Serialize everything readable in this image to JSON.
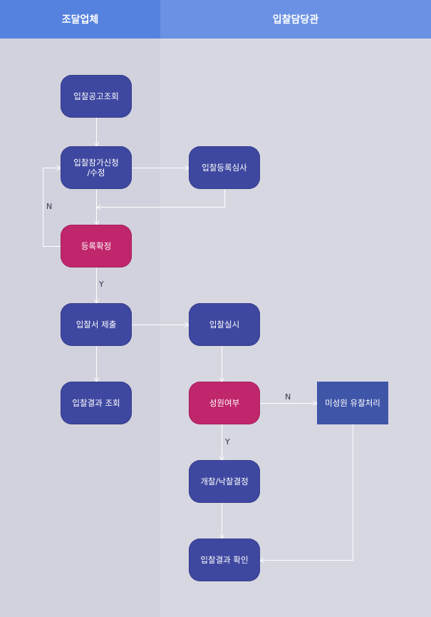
{
  "lanes": {
    "left": {
      "title": "조달업체"
    },
    "right": {
      "title": "입찰담당관"
    }
  },
  "nodes": {
    "bid_notice": "입찰공고조회",
    "bid_apply": "입찰참가신청\n/수정",
    "reg_review": "입찰등록심사",
    "reg_confirm": "등록확정",
    "bid_submit": "입찰서 제출",
    "result_view": "입찰결과 조회",
    "bid_exec": "입찰실시",
    "quorum": "성원여부",
    "no_quorum": "미성원 유찰처리",
    "open_award": "개찰/낙찰결정",
    "result_confirm": "입찰결과 확인"
  },
  "labels": {
    "no_1": "N",
    "yes_1": "Y",
    "no_2": "N",
    "yes_2": "Y"
  },
  "colors": {
    "navy": "#3f48a0",
    "magenta": "#c0266c",
    "header_left": "#5582de",
    "header_right": "#6a91e4",
    "line": "#ffffff"
  }
}
